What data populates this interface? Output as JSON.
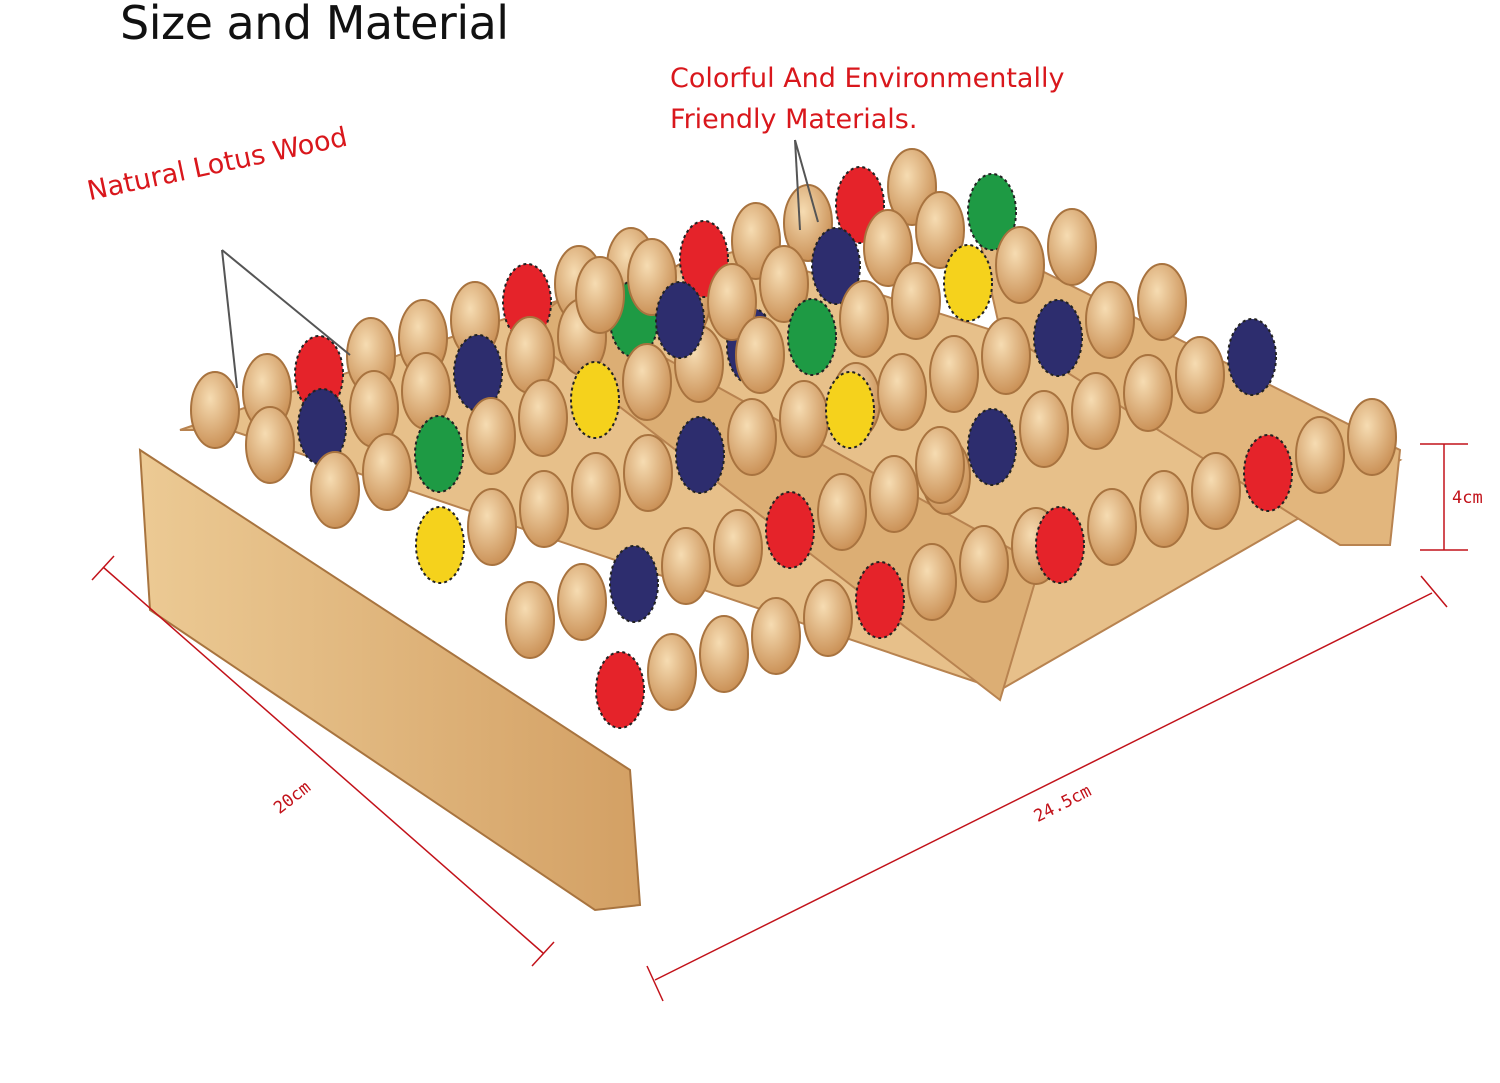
{
  "title": "Size and Material",
  "callouts": {
    "colorful": [
      "Colorful And Environmentally",
      "Friendly Materials."
    ],
    "wood": "Natural Lotus Wood"
  },
  "dimensions": {
    "width": "20cm",
    "length": "24.5cm",
    "height": "4cm"
  },
  "colors": {
    "callout": "#d9171c",
    "dimension_line": "#c2121a",
    "wood_light": "#e9c595",
    "wood_dark": "#c48a52",
    "roller_red": "#e5232a",
    "roller_navy": "#2d2d6e",
    "roller_green": "#1e9a44",
    "roller_yellow": "#f5d21c"
  }
}
